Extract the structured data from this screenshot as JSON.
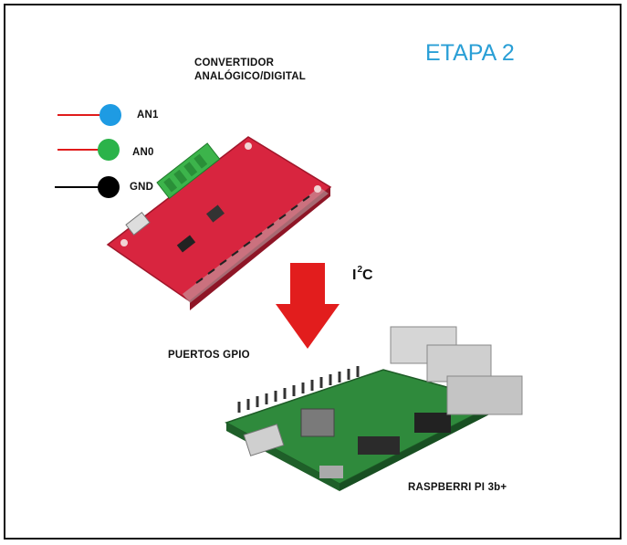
{
  "stage_title": "ETAPA 2",
  "converter": {
    "line1": "CONVERTIDOR",
    "line2": "ANALÓGICO/DIGITAL"
  },
  "inputs": [
    {
      "label": "AN1",
      "color": "#1e9be3",
      "wire": "#e01b1b"
    },
    {
      "label": "AN0",
      "color": "#2bb34a",
      "wire": "#e01b1b"
    },
    {
      "label": "GND",
      "color": "#000000",
      "wire": "#000000"
    }
  ],
  "bus": {
    "main": "I",
    "sup": "2",
    "tail": "C"
  },
  "gpio_label": "PUERTOS GPIO",
  "board_label": "RASPBERRI PI 3b+",
  "colors": {
    "title": "#2a9fd6",
    "arrow": "#e21d1d",
    "adc_board": "#d8253f",
    "rpi_board": "#2f8a3c"
  }
}
